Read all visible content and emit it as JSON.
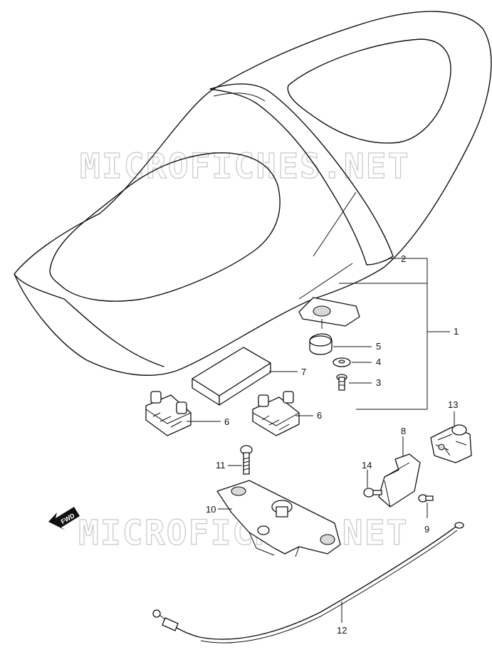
{
  "watermark": {
    "text_top": "MICROFICHES.NET",
    "text_bottom": "MICROFICHES.NET"
  },
  "forward_arrow": {
    "label": "FWD"
  },
  "callouts": {
    "c1": "1",
    "c2": "2",
    "c3": "3",
    "c4": "4",
    "c5": "5",
    "c6a": "6",
    "c6b": "6",
    "c7": "7",
    "c8": "8",
    "c9": "9",
    "c10": "10",
    "c11": "11",
    "c12": "12",
    "c13": "13",
    "c14": "14"
  },
  "icons": [
    "forward-arrow-icon"
  ],
  "colors": {
    "line": "#111111",
    "watermark": "#c8c8c8",
    "background": "#ffffff"
  }
}
